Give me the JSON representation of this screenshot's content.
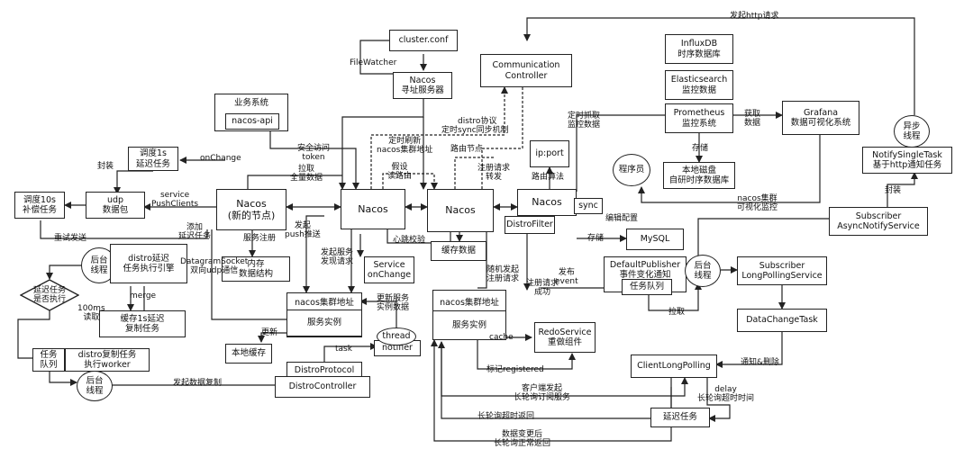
{
  "nodes": {
    "cluster_conf": "cluster.conf",
    "nacos_addr_server": [
      "Nacos",
      "寻址服务器"
    ],
    "comm_controller": [
      "Communication",
      "Controller"
    ],
    "influxdb": [
      "InfluxDB",
      "时序数据库"
    ],
    "elasticsearch": [
      "Elasticsearch",
      "监控数据"
    ],
    "prometheus": [
      "Prometheus",
      "监控系统"
    ],
    "grafana": [
      "Grafana",
      "数据可视化系统"
    ],
    "local_disk": [
      "本地磁盘",
      "自研时序数据库"
    ],
    "biz_system": "业务系统",
    "nacos_api": "nacos-api",
    "delay1s_task": [
      "调度1s",
      "延迟任务"
    ],
    "udp_packet": [
      "udp",
      "数据包"
    ],
    "delay10s_task": [
      "调度10s",
      "补偿任务"
    ],
    "nacos_new_node": [
      "Nacos",
      "(新的节点)"
    ],
    "nacos_a": "Nacos",
    "nacos_b": "Nacos",
    "nacos_c": "Nacos",
    "sync": "sync",
    "ip_port": "ip:port",
    "programmer": "程序员",
    "async_thread": [
      "异步",
      "线程"
    ],
    "notify_single_task": [
      "NotifySingleTask",
      "基于http通知任务"
    ],
    "subscriber_async": [
      "Subscriber",
      "AsyncNotifyService"
    ],
    "mysql": "MySQL",
    "distro_filter": "DistroFilter",
    "cache_data": "缓存数据",
    "service_onchange": [
      "Service",
      "onChange"
    ],
    "memory_struct": [
      "内存",
      "数据结构"
    ],
    "bg_thread_1": [
      "后台",
      "线程"
    ],
    "distro_delay_engine": [
      "distro延迟",
      "任务执行引擎"
    ],
    "delay_exec_q": [
      "延迟任务",
      "是否执行"
    ],
    "cache1s_task": [
      "缓存1s延迟",
      "复制任务"
    ],
    "task_queue_1": [
      "任务",
      "队列"
    ],
    "distro_copy_worker": [
      "distro复制任务",
      "执行worker"
    ],
    "bg_thread_2": [
      "后台",
      "线程"
    ],
    "nacos_cluster_addr_1": "nacos集群地址",
    "service_instance_1": "服务实例",
    "local_cache": "本地缓存",
    "thread": "thread",
    "notifier": "notifier",
    "distro_protocol": "DistroProtocol",
    "distro_controller": "DistroController",
    "nacos_cluster_addr_2": "nacos集群地址",
    "service_instance_2": "服务实例",
    "redo_service": [
      "RedoService",
      "重做组件"
    ],
    "default_publisher": [
      "DefaultPublisher",
      "事件变化通知"
    ],
    "task_queue_2": "任务队列",
    "bg_thread_3": [
      "后台",
      "线程"
    ],
    "subscriber_longpolling": [
      "Subscriber",
      "LongPollingService"
    ],
    "data_change_task": "DataChangeTask",
    "client_longpolling": "ClientLongPolling",
    "delay_task": "延迟任务"
  },
  "labels": {
    "send_http": "发起http请求",
    "filewatcher": "FileWatcher",
    "distro_protocol_txt": "distro协议",
    "timed_sync": "定时sync同步机制",
    "route_node": "路由节点",
    "timed_fetch": [
      "定时抓取",
      "监控数据"
    ],
    "fetch_data": [
      "获取",
      "数据"
    ],
    "storage_1": "存储",
    "onchange": "onChange",
    "pack": "封装",
    "sec_access": [
      "安全访问",
      "token"
    ],
    "pull_all": [
      "拉取",
      "全量数据"
    ],
    "timed_refresh": [
      "定时刷新",
      "nacos集群地址"
    ],
    "assume_read": [
      "假设",
      "读路由"
    ],
    "reg_forward": [
      "注册请求",
      "转发"
    ],
    "route_algo": "路由算法",
    "service_pushclients": [
      "service",
      "PushClients"
    ],
    "nacos_cluster_viz": [
      "nacos集群",
      "可视化监控"
    ],
    "pack_2": "封装",
    "edit_config": "编辑配置",
    "storage_2": "存储",
    "retry_send": "重试发送",
    "add_delay": [
      "添加",
      "延迟任务"
    ],
    "datagram": [
      "DatagramSocket",
      "双向udp通信"
    ],
    "service_reg": "服务注册",
    "send_push": [
      "发起",
      "push推送"
    ],
    "heartbeat": "心跳校验",
    "merge": "merge",
    "read_100ms": [
      "100ms",
      "读取"
    ],
    "init_service_disc": [
      "发起服务",
      "发现请求"
    ],
    "random_reg": [
      "随机发起",
      "注册请求"
    ],
    "reg_success": [
      "注册请求",
      "成功"
    ],
    "publish_event": [
      "发布",
      "event"
    ],
    "update_service": [
      "更新服务",
      "实例数据"
    ],
    "update": "更新",
    "pull": "拉取",
    "task": "task",
    "cache": "cache",
    "mark_registered": "标记registered",
    "notify_delete": "通知&删除",
    "send_copy": "发起数据复制",
    "client_longpoll_sub": [
      "客户端发起",
      "长轮询订阅服务"
    ],
    "delay_longpoll": [
      "delay",
      "长轮询超时时间"
    ],
    "longpoll_timeout": "长轮询超时返回",
    "data_change_return": [
      "数据变更后",
      "长轮询正常返回"
    ]
  },
  "colors": {
    "line": "#222222",
    "background": "#ffffff"
  }
}
